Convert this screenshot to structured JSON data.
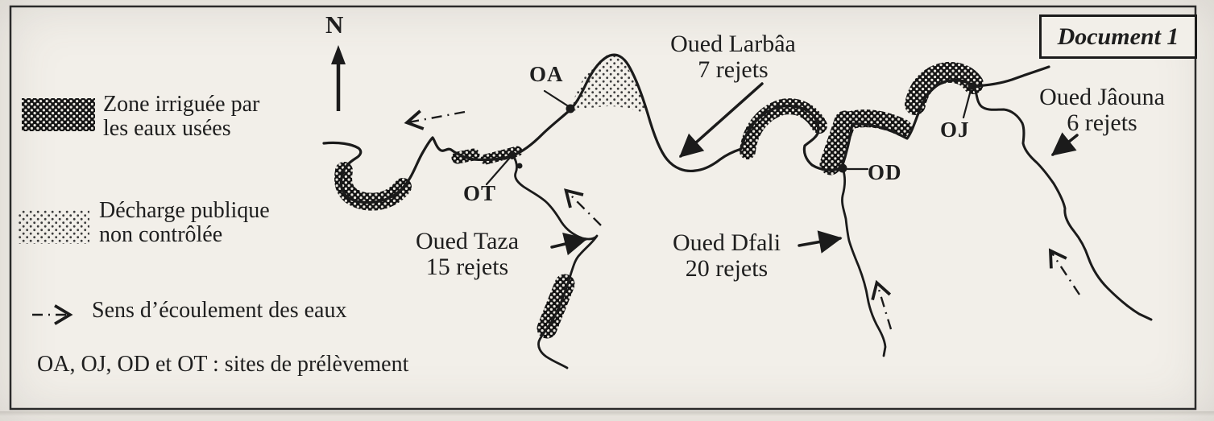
{
  "title": {
    "document_label": "Document 1"
  },
  "compass": {
    "north_label": "N"
  },
  "legend": {
    "irrigated": {
      "line1": "Zone irriguée par",
      "line2": "les eaux usées"
    },
    "dump": {
      "line1": "Décharge publique",
      "line2": "non contrôlée"
    },
    "flow": {
      "label": "Sens d’écoulement des eaux"
    },
    "sites_note": "OA, OJ, OD et OT : sites de prélèvement"
  },
  "rivers": {
    "larbaa": {
      "name": "Oued Larbâa",
      "rejets": "7 rejets"
    },
    "taza": {
      "name": "Oued Taza",
      "rejets": "15 rejets"
    },
    "dfali": {
      "name": "Oued Dfali",
      "rejets": "20 rejets"
    },
    "jaouna": {
      "name": "Oued Jâouna",
      "rejets": "6 rejets"
    }
  },
  "sites": {
    "oa": "OA",
    "ot": "OT",
    "od": "OD",
    "oj": "OJ"
  },
  "colors": {
    "ink": "#1b1b1b",
    "paper": "#f2efe9"
  }
}
